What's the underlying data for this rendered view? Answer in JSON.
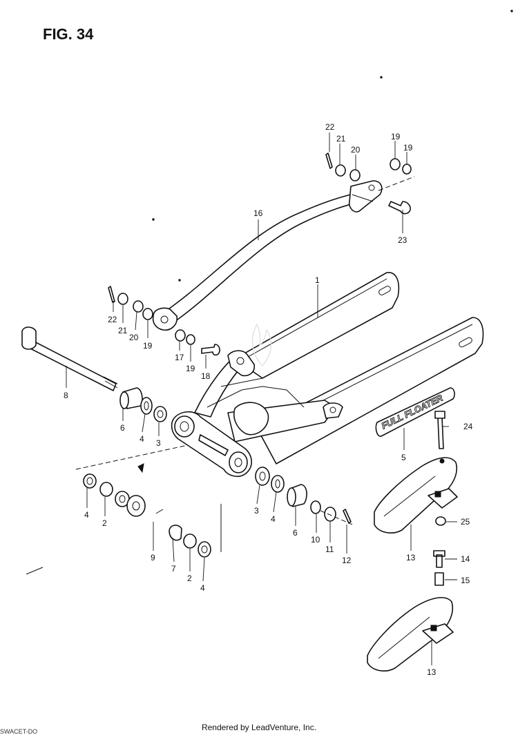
{
  "figure": {
    "title": "FIG. 34"
  },
  "footer": {
    "text": "Rendered by LeadVenture, Inc."
  },
  "corner_code": "SWACET-DO",
  "callouts": [
    {
      "id": "c22a",
      "label": "22"
    },
    {
      "id": "c21a",
      "label": "21"
    },
    {
      "id": "c20a",
      "label": "20"
    },
    {
      "id": "c19a",
      "label": "19"
    },
    {
      "id": "c19b",
      "label": "19"
    },
    {
      "id": "c23",
      "label": "23"
    },
    {
      "id": "c16",
      "label": "16"
    },
    {
      "id": "c1",
      "label": "1"
    },
    {
      "id": "c22b",
      "label": "22"
    },
    {
      "id": "c21b",
      "label": "21"
    },
    {
      "id": "c20b",
      "label": "20"
    },
    {
      "id": "c19c",
      "label": "19"
    },
    {
      "id": "c17",
      "label": "17"
    },
    {
      "id": "c19d",
      "label": "19"
    },
    {
      "id": "c18",
      "label": "18"
    },
    {
      "id": "c8",
      "label": "8"
    },
    {
      "id": "c6a",
      "label": "6"
    },
    {
      "id": "c4a",
      "label": "4"
    },
    {
      "id": "c3a",
      "label": "3"
    },
    {
      "id": "c24",
      "label": "24"
    },
    {
      "id": "c5",
      "label": "5"
    },
    {
      "id": "c4b",
      "label": "4"
    },
    {
      "id": "c2a",
      "label": "2"
    },
    {
      "id": "c9",
      "label": "9"
    },
    {
      "id": "c7",
      "label": "7"
    },
    {
      "id": "c2b",
      "label": "2"
    },
    {
      "id": "c4c",
      "label": "4"
    },
    {
      "id": "c3b",
      "label": "3"
    },
    {
      "id": "c4d",
      "label": "4"
    },
    {
      "id": "c6b",
      "label": "6"
    },
    {
      "id": "c10",
      "label": "10"
    },
    {
      "id": "c11",
      "label": "11"
    },
    {
      "id": "c12",
      "label": "12"
    },
    {
      "id": "c25",
      "label": "25"
    },
    {
      "id": "c13a",
      "label": "13"
    },
    {
      "id": "c14",
      "label": "14"
    },
    {
      "id": "c15",
      "label": "15"
    },
    {
      "id": "c13b",
      "label": "13"
    }
  ],
  "emblem_text": "FULL FLOATER"
}
